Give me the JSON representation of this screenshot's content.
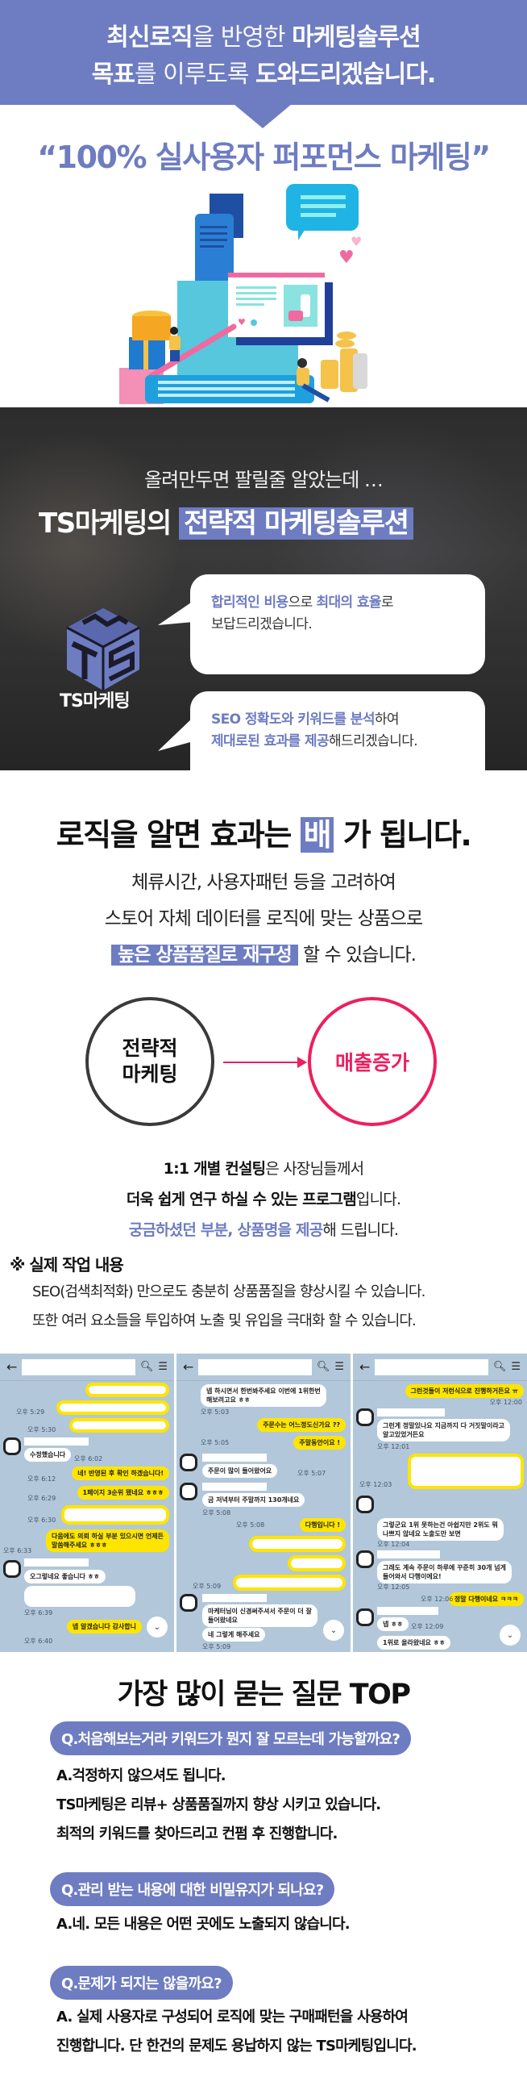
{
  "hero": {
    "line1": {
      "bold1": "최신로직",
      "light1": "을 반영한 ",
      "bold2": "마케팅솔루션"
    },
    "line2": {
      "bold1": "목표",
      "light1": "를 이루도록 ",
      "bold2": "도와드리겠습니다."
    },
    "quote": "“100% 실사용자 퍼포먼스 마케팅”"
  },
  "strategy": {
    "subtitle": "올려만두면 팔릴줄 알았는데 …",
    "title_plain": "TS마케팅의 ",
    "title_highlight": "전략적 마케팅솔루션",
    "logo_label": "TS마케팅",
    "bubble1": {
      "k1": "합리적인 비용",
      "t1": "으로 ",
      "k2": "최대의 효율",
      "t2": "로",
      "line2": "보답드리겠습니다."
    },
    "bubble2": {
      "k1": "SEO 정확도와 키워드를 분석",
      "t1": "하여",
      "k2": "제대로된 효과를 제공",
      "t2": "해드리겠습니다."
    }
  },
  "logic": {
    "title_before": "로직을 알면 효과는 ",
    "title_highlight": "배",
    "title_after": " 가 됩니다.",
    "line1": "체류시간, 사용자패턴 등을 고려하여",
    "line2": "스토어 자체 데이터를 로직에 맞는 상품으로",
    "line3_highlight": "높은 상품품질로 재구성",
    "line3_after": " 할 수 있습니다."
  },
  "diagram": {
    "left_line1": "전략적",
    "left_line2": "마케팅",
    "right": "매출증가",
    "colors": {
      "left": "#3a3a3a",
      "right": "#ee1f5e"
    }
  },
  "consult": {
    "l1_bold": "1:1 개별 컨설팅",
    "l1_rest": "은 사장님들께서",
    "l2_bold": "더욱 쉽게 연구 하실 수 있는 프로그램",
    "l2_rest": "입니다.",
    "l3_accent": "궁금하셨던 부분, 상품명을 제공",
    "l3_rest": "해 드립니다."
  },
  "work": {
    "title": "※ 실제 작업 내용",
    "line1": "SEO(검색최적화) 만으로도 충분히 상품품질을 향상시킬 수 있습니다.",
    "line2": "또한 여러 요소들을 투입하여 노출 및 유입을 극대화 할 수 있습니다."
  },
  "chats": [
    {
      "messages": [
        {
          "side": "me",
          "text": "",
          "time": ""
        },
        {
          "side": "me",
          "text": "",
          "time": "오후 5:29"
        },
        {
          "side": "me",
          "text": "",
          "time": "오후 5:30"
        },
        {
          "side": "other",
          "text": "수정했습니다",
          "time": "오후 6:02"
        },
        {
          "side": "me",
          "text": "네! 반영된 후 확인 하겠습니다!",
          "time": "오후 6:12"
        },
        {
          "side": "me",
          "text": "1페이지 3순위 됐네요 ㅎㅎㅎ",
          "time": "오후 6:29"
        },
        {
          "side": "me",
          "text": "",
          "time": "오후 6:30"
        },
        {
          "side": "me",
          "text": "다음에도 의뢰 하실 부분 있으시면 언제든",
          "text2": "말씀해주세요 ㅎㅎㅎ",
          "time": "오후 6:33"
        },
        {
          "side": "other",
          "text": "오그렇네요 좋습니다 ㅎㅎ",
          "time": ""
        },
        {
          "side": "other",
          "text": "",
          "time": "오후 6:39"
        },
        {
          "side": "me",
          "text": "넵 알겠습니다 감사합니",
          "time": "오후 6:40"
        }
      ]
    },
    {
      "messages": [
        {
          "side": "other",
          "text": "넵 하시면서 한번봐주세요 이번에 1위한번",
          "text2": "해보려고요 ㅎㅎ",
          "time": "오후 5:03"
        },
        {
          "side": "me",
          "text": "주문수는 어느정도신가요 ??",
          "time": ""
        },
        {
          "side": "me",
          "text": "주말동안이요 !",
          "time": "오후 5:05"
        },
        {
          "side": "other",
          "text": "주문이 많이 들어왔어요",
          "time": "오후 5:07"
        },
        {
          "side": "other",
          "text": "금 저녁부터 주말까지 130개네요",
          "time": "오후 5:08"
        },
        {
          "side": "me",
          "text": "다행입니다 !",
          "time": "오후 5:08"
        },
        {
          "side": "me",
          "text": "",
          "time": ""
        },
        {
          "side": "me",
          "text": "",
          "time": ""
        },
        {
          "side": "me",
          "text": "",
          "time": "오후 5:09"
        },
        {
          "side": "other",
          "text": "마케터님이 신경써주셔서 주문이 더 잘",
          "text2": "들어왔네요",
          "time": ""
        },
        {
          "side": "other",
          "text": "네 그렇게 해주세요",
          "time": "오후 5:09"
        }
      ]
    },
    {
      "messages": [
        {
          "side": "me",
          "text": "그런것들이 저런식으로 진행하거든요 ㅠ",
          "time": "오후 12:00"
        },
        {
          "side": "other",
          "text": "그런게 정말있나요 지금까지 다 거짓말이라고",
          "text2": "알고있었거든요",
          "time": "오후 12:01"
        },
        {
          "side": "me",
          "text": "",
          "time": "오후 12:03"
        },
        {
          "side": "other",
          "text": "그렇군요 1위 못하는건 아쉽지만 2위도 뭐",
          "text2": "나쁘지 않네요 노출도만 보면",
          "time": "오후 12:04"
        },
        {
          "side": "other",
          "text": "그래도 계속 주문이 하루에 꾸준히 30개 넘게",
          "text2": "들어와서 다행이에요!",
          "time": "오후 12:05"
        },
        {
          "side": "me",
          "text": "정말 다행이네요 ㅋㅋㅋ",
          "time": "오후 12:06"
        },
        {
          "side": "other",
          "text": "넵 ㅎㅎ",
          "time": "오후 12:09"
        },
        {
          "side": "other",
          "text": "1위로 올라왔네요 ㅎㅎ",
          "time": ""
        }
      ]
    }
  ],
  "faq": {
    "title": "가장 많이 묻는 질문 TOP",
    "items": [
      {
        "q": "Q.처음해보는거라 키워드가 뭔지 잘 모르는데 가능할까요?",
        "a": [
          "A.걱정하지 않으셔도 됩니다.",
          "TS마케팅은 리뷰+ 상품품질까지 향상 시키고 있습니다.",
          "최적의 키워드를 찾아드리고 컨펌 후 진행합니다."
        ]
      },
      {
        "q": "Q.관리 받는 내용에 대한 비밀유지가 되나요?",
        "a": [
          "A.네. 모든 내용은 어떤 곳에도 노출되지 않습니다."
        ]
      },
      {
        "q": "Q.문제가 되지는 않을까요?",
        "a": [
          "A. 실제 사용자로 구성되어 로직에 맞는 구매패턴을 사용하여",
          "진행합니다.  단 한건의 문제도 용납하지 않는 TS마케팅입니다."
        ]
      }
    ]
  },
  "colors": {
    "accent": "#6e7cc1",
    "pink": "#ee1f5e",
    "chat_bg": "#b2c7d9",
    "chat_me": "#fee500"
  }
}
